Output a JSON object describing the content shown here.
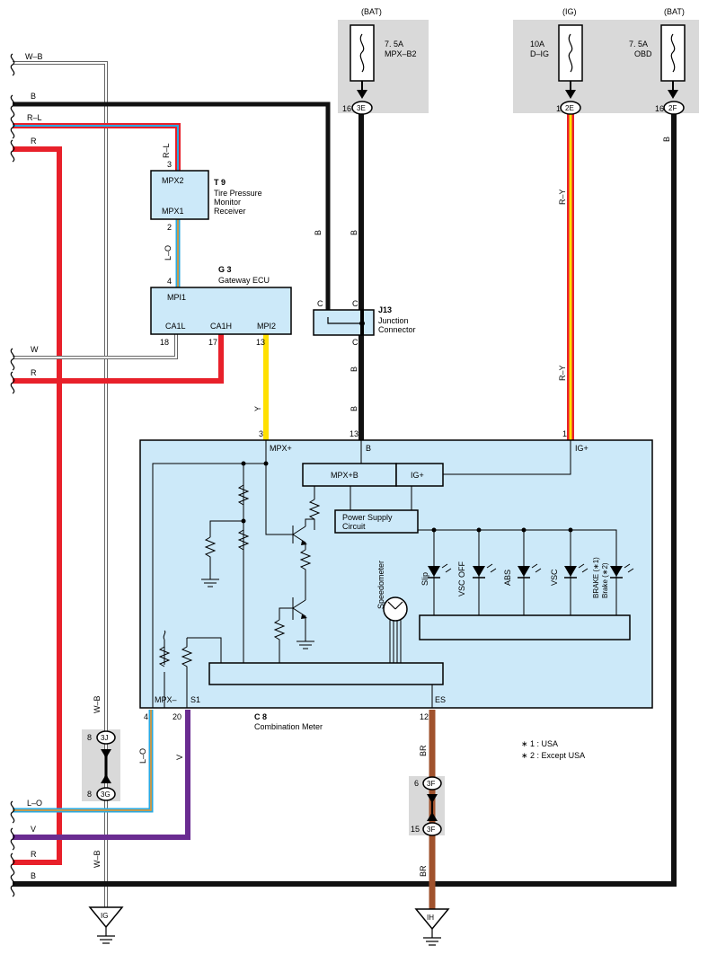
{
  "fuses": {
    "mpx_b2": {
      "source": "(BAT)",
      "rating": "7. 5A",
      "name": "MPX–B2",
      "pin": "16",
      "connector": "3E"
    },
    "d_ig": {
      "source": "(IG)",
      "rating": "10A",
      "name": "D–IG",
      "pin": "1",
      "connector": "2E"
    },
    "obd": {
      "source": "(BAT)",
      "rating": "7. 5A",
      "name": "OBD",
      "pin": "16",
      "connector": "2F"
    }
  },
  "left_wires": {
    "w_b": "W–B",
    "b": "B",
    "r_l": "R–L",
    "r_top": "R",
    "w": "W",
    "r_mid": "R",
    "l_o": "L–O",
    "v": "V",
    "r_bottom": "R",
    "b_bottom": "B"
  },
  "t9": {
    "code": "T 9",
    "name_lines": [
      "Tire Pressure",
      "Monitor",
      "Receiver"
    ],
    "pin_mpx2": "MPX2",
    "pin_mpx1": "MPX1",
    "pin3": "3",
    "pin2": "2",
    "wire_top": "R–L",
    "wire_bottom": "L–O"
  },
  "g3": {
    "code": "G 3",
    "name": "Gateway ECU",
    "pin_mpi1": "MPI1",
    "pin_ca1l": "CA1L",
    "pin_ca1h": "CA1H",
    "pin_mpi2": "MPI2",
    "pin4": "4",
    "pin18": "18",
    "pin17": "17",
    "pin13": "13",
    "wire_mpi2": "Y"
  },
  "j13": {
    "code": "J13",
    "name_lines": [
      "Junction",
      "Connector"
    ],
    "pin_c_left": "C",
    "pin_c_right": "C",
    "pin_c_bottom": "C",
    "wire_b1": "B",
    "wire_b2": "B",
    "wire_b3": "B",
    "wire_b4": "B"
  },
  "c8": {
    "code": "C 8",
    "name": "Combination Meter",
    "pin_mpx_plus": "MPX+",
    "pin_b": "B",
    "pin_ig_plus": "IG+",
    "pin_mpx_minus": "MPX–",
    "pin_s1": "S1",
    "pin_es": "ES",
    "pin3": "3",
    "pin13": "13",
    "pin1": "1",
    "pin4": "4",
    "pin20": "20",
    "pin12": "12",
    "box_mpx_b": "MPX+B",
    "box_ig": "IG+",
    "power_supply_lines": [
      "Power Supply",
      "Circuit"
    ],
    "speedometer": "Speedometer",
    "leds": [
      "Slip",
      "VSC OFF",
      "ABS",
      "VSC"
    ],
    "brake_lines": [
      "BRAKE (∗1)",
      "Brake (∗2)"
    ]
  },
  "wire_labels": {
    "r_y_upper": "R–Y",
    "r_y_lower": "R–Y",
    "obd_b": "B",
    "w_b_upper": "W–B",
    "w_b_lower": "W–B",
    "l_o": "L–O",
    "v": "V",
    "br_upper": "BR",
    "br_lower": "BR"
  },
  "junction_3j": {
    "pin_top": "8",
    "connector_top": "3J",
    "pin_bottom": "8",
    "connector_bottom": "3G"
  },
  "junction_3f": {
    "pin_top": "6",
    "connector_top": "3F",
    "pin_bottom": "15",
    "connector_bottom": "3F"
  },
  "grounds": {
    "ig": "IG",
    "ih": "IH"
  },
  "notes": [
    "∗ 1 : USA",
    "∗ 2 : Except USA"
  ],
  "colors": {
    "black": "#111111",
    "red": "#e8202a",
    "yellow": "#ffe000",
    "orange": "#f7941d",
    "purple": "#6a2c91",
    "brown": "#a0522d",
    "blue": "#29a9e1",
    "ecu_fill": "#cce9f9",
    "fuse_box": "#d9d9d9"
  }
}
